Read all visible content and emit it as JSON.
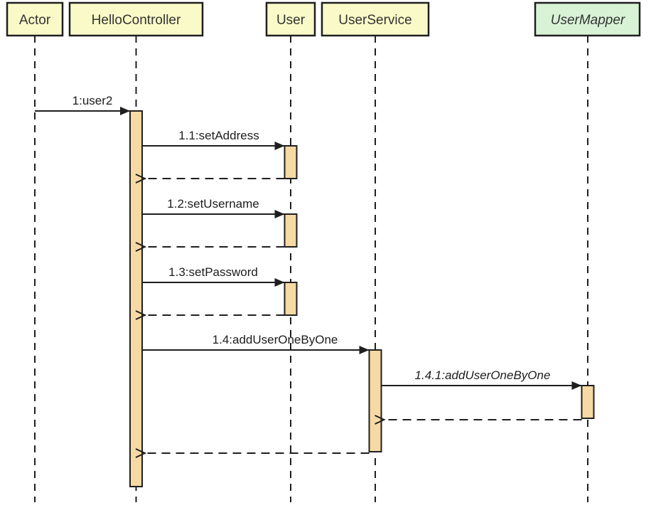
{
  "diagram": {
    "kind": "uml-sequence-diagram",
    "participants": [
      {
        "name": "Actor",
        "emphasis": "normal",
        "fill": "yellow"
      },
      {
        "name": "HelloController",
        "emphasis": "normal",
        "fill": "yellow"
      },
      {
        "name": "User",
        "emphasis": "normal",
        "fill": "yellow"
      },
      {
        "name": "UserService",
        "emphasis": "normal",
        "fill": "yellow"
      },
      {
        "name": "UserMapper",
        "emphasis": "italic",
        "fill": "green"
      }
    ],
    "messages": [
      {
        "label": "1:user2",
        "from": "Actor",
        "to": "HelloController",
        "type": "call",
        "emphasis": "normal"
      },
      {
        "label": "1.1:setAddress",
        "from": "HelloController",
        "to": "User",
        "type": "call",
        "emphasis": "normal"
      },
      {
        "label": "1.2:setUsername",
        "from": "HelloController",
        "to": "User",
        "type": "call",
        "emphasis": "normal"
      },
      {
        "label": "1.3:setPassword",
        "from": "HelloController",
        "to": "User",
        "type": "call",
        "emphasis": "normal"
      },
      {
        "label": "1.4:addUserOneByOne",
        "from": "HelloController",
        "to": "UserService",
        "type": "call",
        "emphasis": "normal"
      },
      {
        "label": "1.4.1:addUserOneByOne",
        "from": "UserService",
        "to": "UserMapper",
        "type": "call",
        "emphasis": "italic"
      }
    ],
    "returns": [
      {
        "from": "User",
        "to": "HelloController"
      },
      {
        "from": "User",
        "to": "HelloController"
      },
      {
        "from": "User",
        "to": "HelloController"
      },
      {
        "from": "UserMapper",
        "to": "UserService"
      },
      {
        "from": "UserService",
        "to": "HelloController"
      }
    ]
  },
  "colors": {
    "background": "#ffffff",
    "participant_fill_yellow": "#fafac8",
    "participant_fill_green": "#d8f2d6",
    "participant_border": "#1f1f1f",
    "activation_fill": "#f7d9a3",
    "activation_border": "#1f1f1f",
    "line": "#1f1f1f",
    "text": "#333333"
  }
}
